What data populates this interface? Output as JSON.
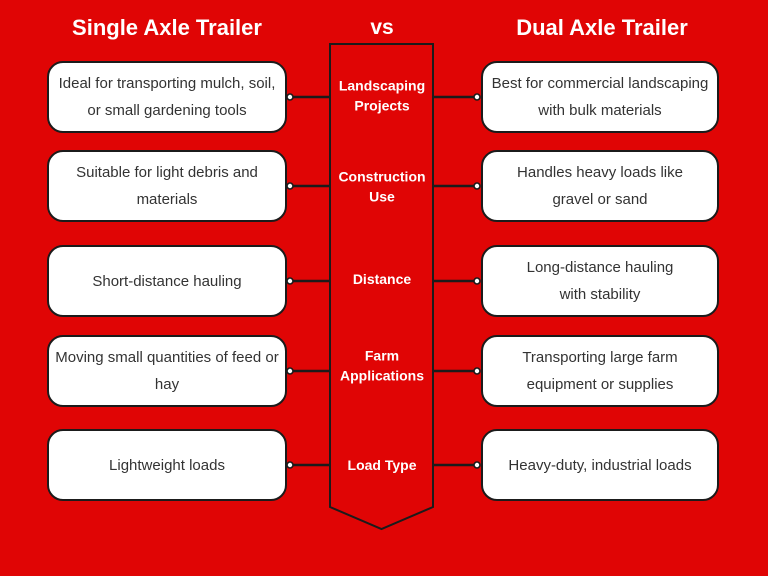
{
  "colors": {
    "background": "#E00505",
    "box_fill": "#FFFFFF",
    "outline": "#1B1B1B",
    "box_text": "#333333",
    "label_text": "#FFFFFF"
  },
  "header": {
    "left_title": "Single Axle Trailer",
    "vs_label": "vs",
    "right_title": "Dual Axle Trailer"
  },
  "rows": [
    {
      "center_label": "Landscaping\nProjects",
      "left_text": "Ideal for transporting mulch, soil,\nor small gardening tools",
      "right_text": "Best for commercial landscaping\nwith bulk materials"
    },
    {
      "center_label": "Construction\nUse",
      "left_text": "Suitable for light debris and\nmaterials",
      "right_text": "Handles heavy loads like\ngravel or sand"
    },
    {
      "center_label": "Distance",
      "left_text": "Short-distance hauling",
      "right_text": "Long-distance hauling\nwith stability"
    },
    {
      "center_label": "Farm\nApplications",
      "left_text": "Moving small quantities of feed or\nhay",
      "right_text": "Transporting large farm\nequipment or supplies"
    },
    {
      "center_label": "Load Type",
      "left_text": "Lightweight loads",
      "right_text": "Heavy-duty, industrial loads"
    }
  ]
}
